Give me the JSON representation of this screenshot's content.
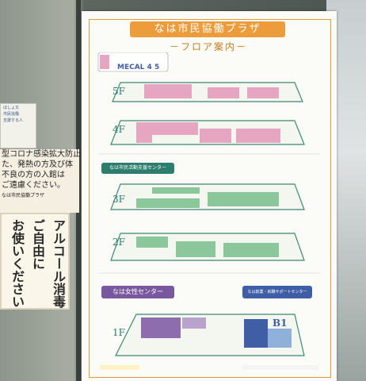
{
  "poster": {
    "title": "なは市民協働プラザ",
    "subtitle": "－フロア案内－"
  },
  "sections": {
    "mecal": "MECAL 4 5",
    "shimin": "なは市民活動支援センター",
    "josei": "なは女性センター",
    "sogyo": "なは創業・就職サポートセンター"
  },
  "floors": {
    "f5": "5F",
    "f4": "4F",
    "f3": "3F",
    "f2": "2F",
    "f1": "1F",
    "b1": "B1"
  },
  "notices": {
    "small": [
      "ほしょ又",
      "市民協働",
      "支援する人"
    ],
    "covid": [
      "型コロナ感染拡大防止",
      "た、発熱の方及び体",
      "不良の方の入館は",
      "ご遠慮ください。",
      "なは市民協働プラザ"
    ],
    "alcohol": [
      "アルコール消毒",
      "ご自由に",
      "お使いください"
    ]
  },
  "colors": {
    "accent": "#ec9c3a",
    "pink": "#e6a6c2",
    "green": "#8cc79b",
    "purple": "#8d6dad",
    "blue": "#3f5ea6",
    "teal": "#2c7d6c"
  }
}
